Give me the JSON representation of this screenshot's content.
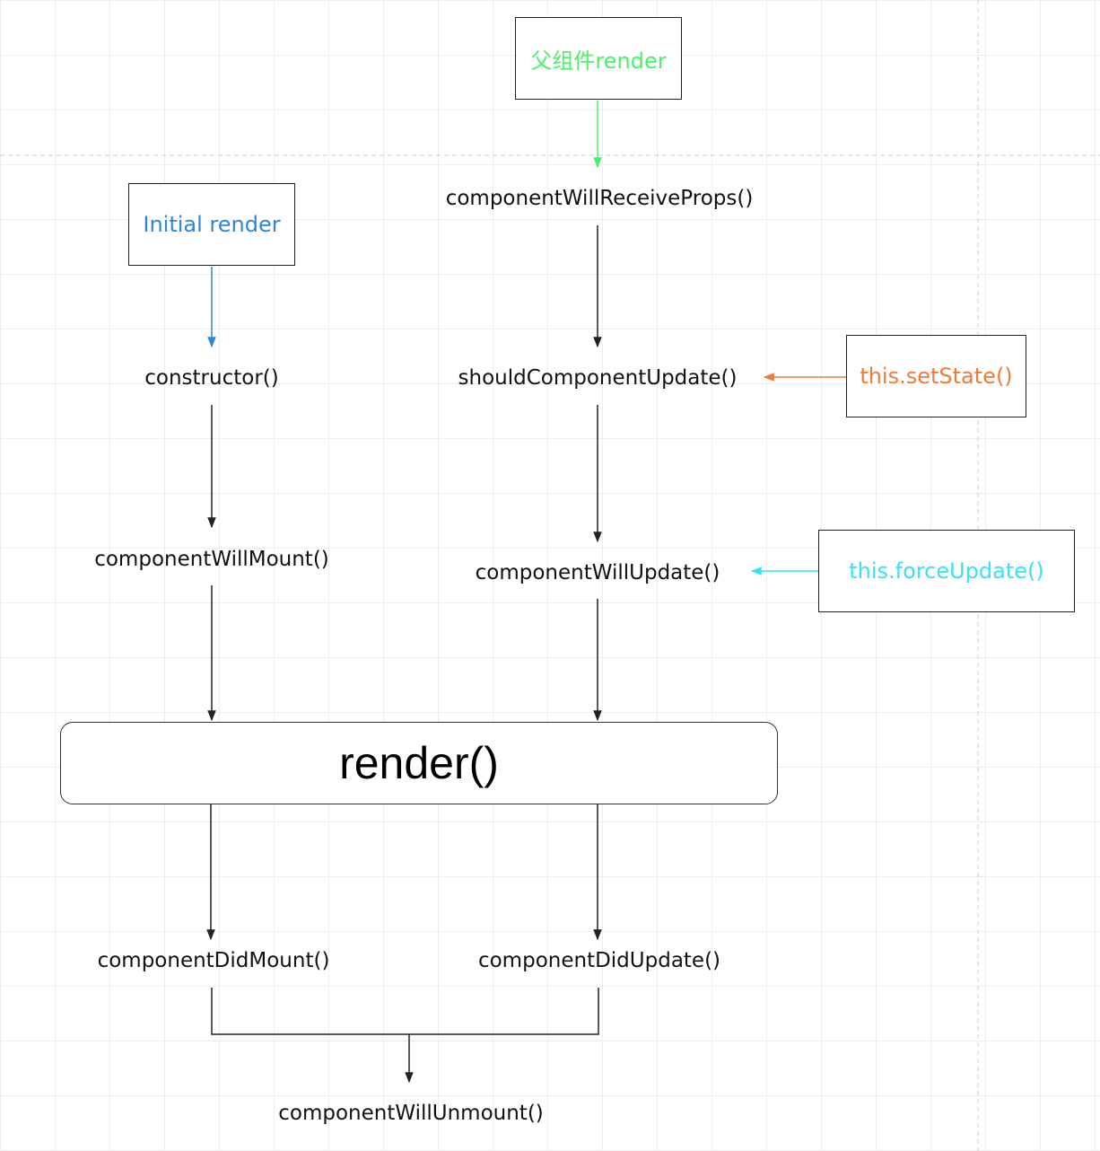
{
  "triggers": {
    "parent_render": "父组件render",
    "initial_render": "Initial render",
    "set_state": "this.setState()",
    "force_update": "this.forceUpdate()"
  },
  "methods": {
    "component_will_receive_props": "componentWillReceiveProps()",
    "constructor": "constructor()",
    "should_component_update": "shouldComponentUpdate()",
    "component_will_mount": "componentWillMount()",
    "component_will_update": "componentWillUpdate()",
    "render": "render()",
    "component_did_mount": "componentDidMount()",
    "component_did_update": "componentDidUpdate()",
    "component_will_unmount": "componentWillUnmount()"
  },
  "colors": {
    "parent_render": "#4cf06a",
    "initial_render": "#2f86d6",
    "set_state": "#f07a3a",
    "force_update": "#39e2f0",
    "edge": "#222222"
  }
}
